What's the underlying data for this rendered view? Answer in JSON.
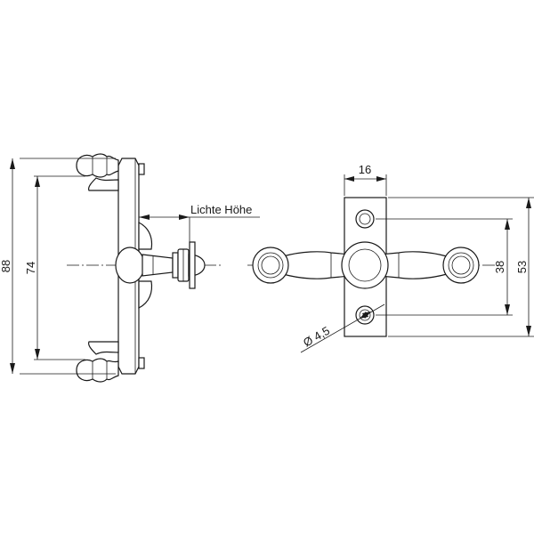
{
  "dimensions": {
    "overall_height": "88",
    "pin_spacing_left": "74",
    "clear_height_label": "Lichte Höhe",
    "plate_width": "16",
    "hole_spacing": "38",
    "plate_height": "53",
    "hole_diameter": "Ø 4,5"
  }
}
